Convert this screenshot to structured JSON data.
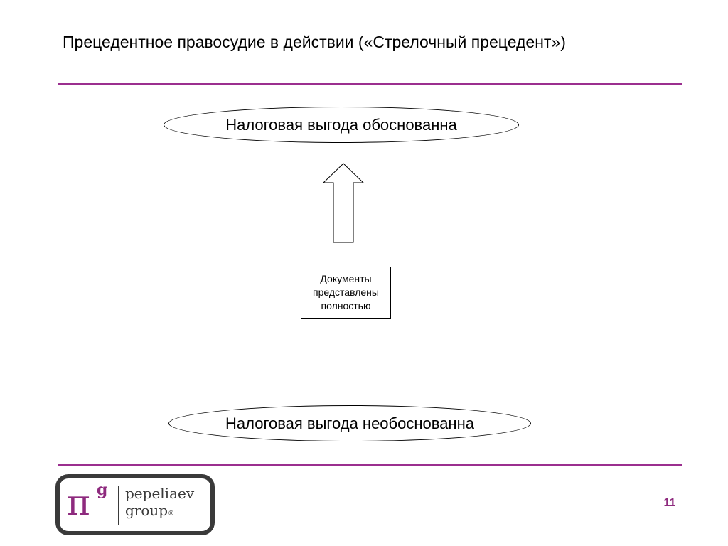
{
  "slide": {
    "title": "Прецедентное правосудие в действии («Стрелочный прецедент»)",
    "page_number": "11"
  },
  "diagram": {
    "top_node": "Налоговая выгода обоснованна",
    "middle_box": "Документы\nпредставлены\nполностью",
    "bottom_node": "Налоговая выгода необоснованна",
    "arrow_direction": "up"
  },
  "logo": {
    "mark": "π",
    "mark_superscript": "g",
    "name_line1": "pepeliaev",
    "name_line2": "group",
    "registered": "®"
  },
  "colors": {
    "accent": "#9b2f8f",
    "logo_purple": "#8e2a7e",
    "logo_gray": "#3a3a3a"
  }
}
